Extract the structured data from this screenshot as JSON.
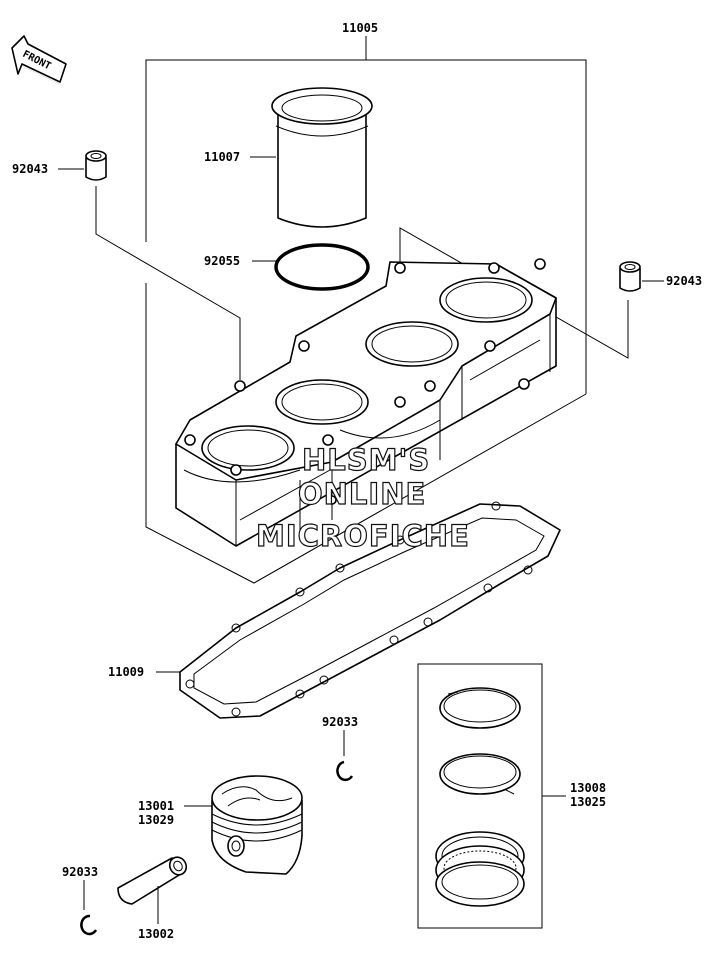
{
  "front_arrow": {
    "text": "FRONT",
    "icon": "front-direction-arrow-icon"
  },
  "labels": {
    "p11005": "11005",
    "p11007": "11007",
    "p92055": "92055",
    "p92043_left": "92043",
    "p92043_right": "92043",
    "p11009": "11009",
    "p92033_mid": "92033",
    "p92033_low": "92033",
    "p13001": "13001",
    "p13029": "13029",
    "p13002": "13002",
    "p13008": "13008",
    "p13025": "13025"
  },
  "watermark": {
    "line1": "HLSM'S",
    "line2": "ONLINE",
    "line3": "MICROFICHE"
  }
}
